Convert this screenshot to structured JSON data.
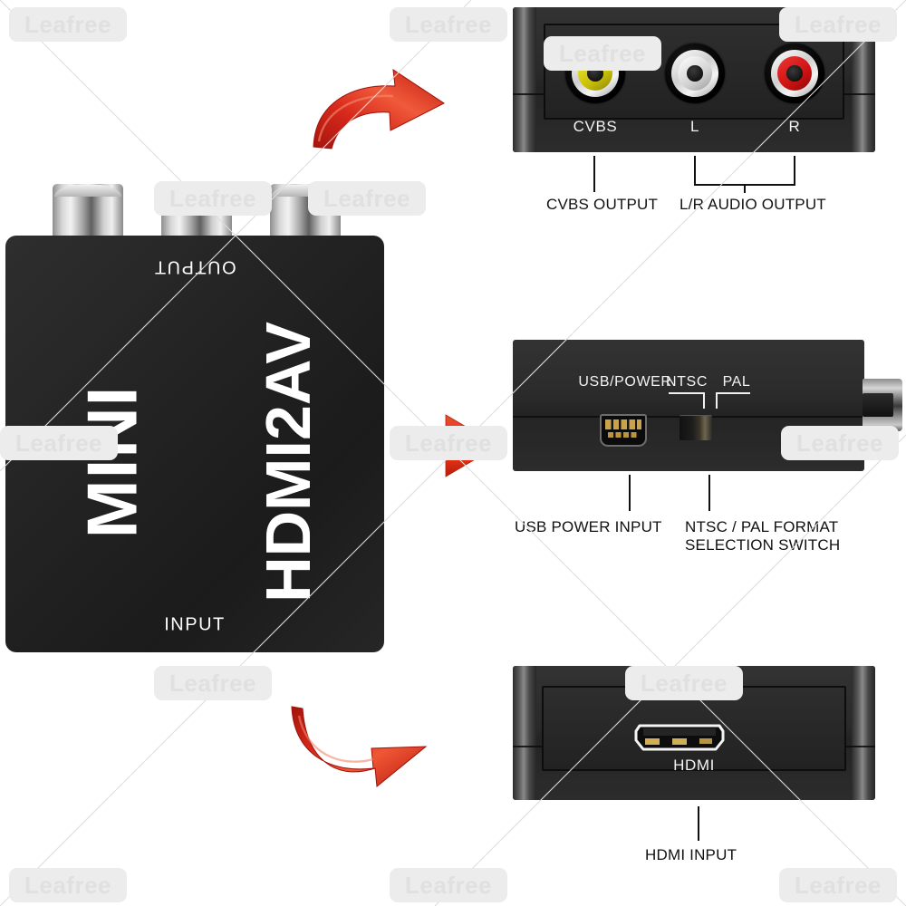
{
  "meta": {
    "title": "MINI HDMI2AV Converter — Port Diagram",
    "watermark_text": "Leafree",
    "accent_color": "#d8291c",
    "body_color": "#262626",
    "label_color": "#f2f2f2"
  },
  "device": {
    "brand_line": "MINI",
    "model_line": "HDMI2AV",
    "top_label": "OUTPUT",
    "bottom_label": "INPUT",
    "plug_count": 3,
    "plug_names": [
      "rca-plug-cvbs",
      "rca-plug-left",
      "rca-plug-right"
    ]
  },
  "panels": [
    {
      "id": "av-output",
      "name": "av-output-panel",
      "port_labels": [
        "CVBS",
        "L",
        "R"
      ],
      "port_colors": [
        "#e8e017",
        "#e9e9e9",
        "#e02020"
      ],
      "captions": [
        {
          "text": "CVBS OUTPUT",
          "type": "single-leader"
        },
        {
          "text": "L/R AUDIO OUTPUT",
          "type": "bracket-leader"
        }
      ]
    },
    {
      "id": "power-format",
      "name": "power-format-panel",
      "port_labels": [
        "USB/POWER",
        "NTSC",
        "PAL"
      ],
      "captions": [
        {
          "text": "USB POWER INPUT",
          "type": "single-leader"
        },
        {
          "text": "NTSC / PAL FORMAT\nSELECTION SWITCH",
          "type": "single-leader"
        }
      ],
      "caption_ntsc_line1": "NTSC / PAL FORMAT",
      "caption_ntsc_line2": "SELECTION SWITCH"
    },
    {
      "id": "hdmi-input",
      "name": "hdmi-input-panel",
      "port_labels": [
        "HDMI"
      ],
      "captions": [
        {
          "text": "HDMI INPUT",
          "type": "single-leader"
        }
      ]
    }
  ],
  "arrows": [
    {
      "name": "arrow-to-av-output",
      "style": "curved-up-right",
      "color": "#d8291c"
    },
    {
      "name": "arrow-to-power-format",
      "style": "straight-right",
      "color": "#e8361f"
    },
    {
      "name": "arrow-to-hdmi-input",
      "style": "curved-down-right",
      "color": "#d8291c"
    }
  ]
}
